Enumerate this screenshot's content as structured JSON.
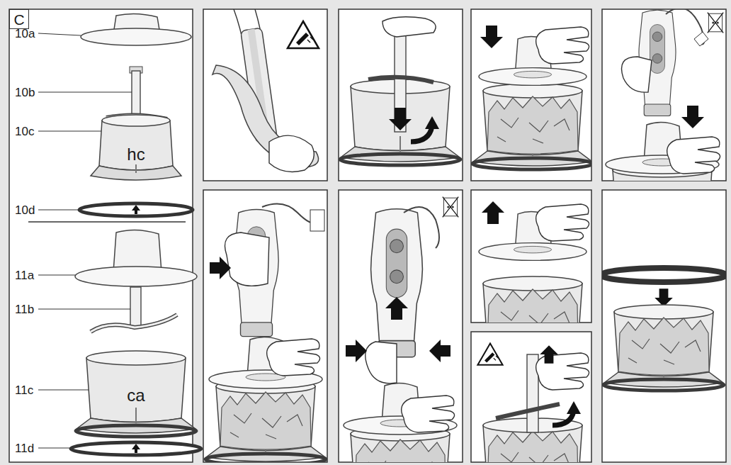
{
  "diagram": {
    "nodes": [
      {
        "text": [
          "C"
        ]
      }
    ],
    "labels": [
      "10a",
      "10b",
      "10c",
      "hc",
      "10d",
      "11a",
      "11b",
      "11c",
      "ca",
      "11d"
    ]
  }
}
